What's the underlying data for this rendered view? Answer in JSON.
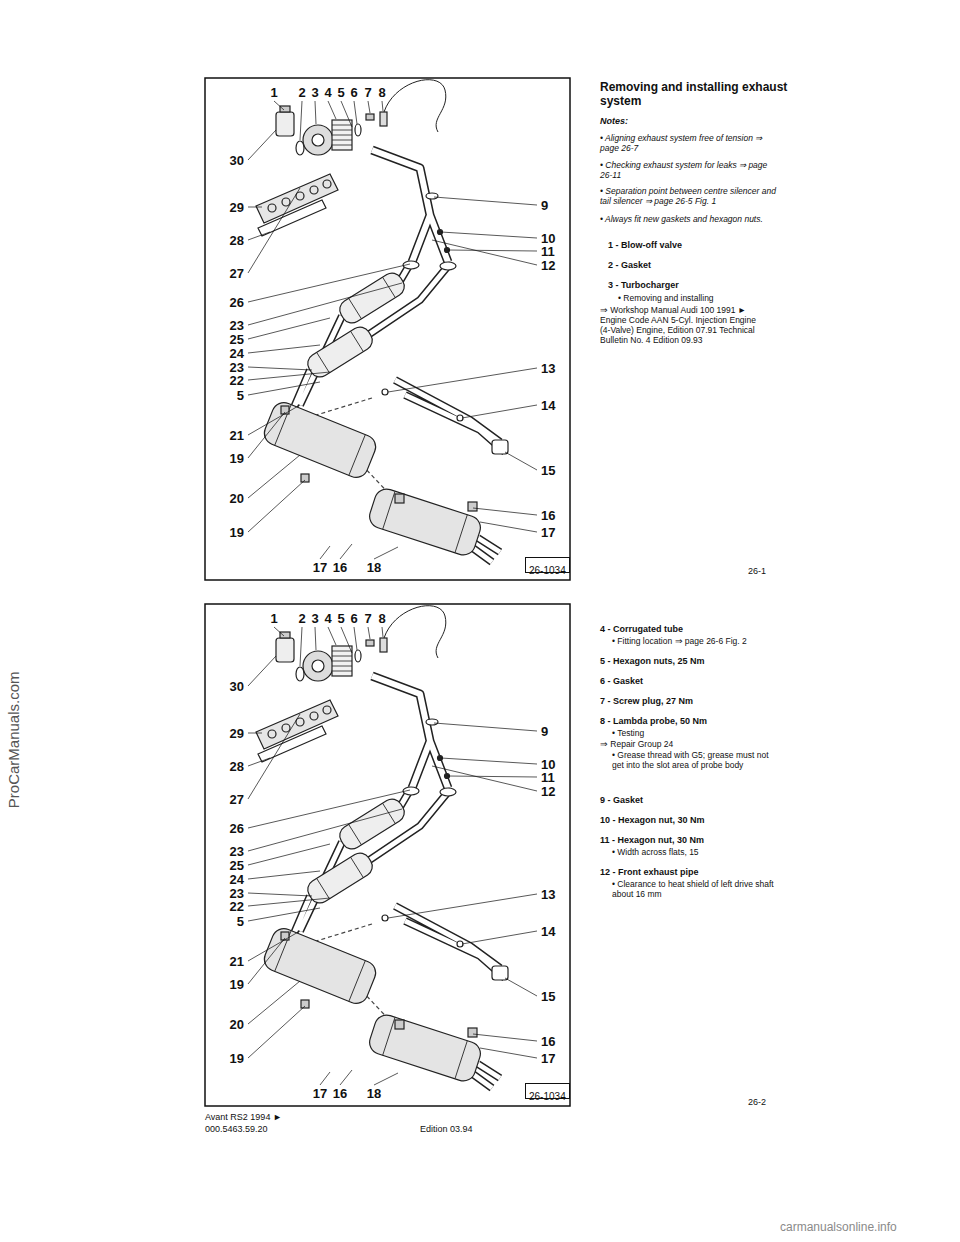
{
  "diagram": {
    "title": "Removing and installing exhaust system",
    "nodes": [
      {
        "text": [
          "26-1034"
        ]
      },
      {
        "text": [
          "26-1034"
        ]
      }
    ],
    "labels": [
      "ProCarManuals.com",
      "1",
      "2",
      "3",
      "4",
      "5",
      "6",
      "7",
      "8",
      "30",
      "29",
      "28",
      "27",
      "26",
      "23",
      "25",
      "24",
      "23",
      "22",
      "5",
      "21",
      "19",
      "20",
      "19",
      "9",
      "10",
      "11",
      "12",
      "13",
      "14",
      "15",
      "16",
      "17",
      "17",
      "16",
      "18",
      "Notes:",
      "• Aligning exhaust system free of tension ⇒ page 26-7",
      "• Checking exhaust system for leaks ⇒ page 26-11",
      "• Separation point between centre silencer and tail silencer ⇒ page 26-5 Fig. 1",
      "• Always fit new gaskets and hexagon nuts.",
      "1 - Blow-off valve",
      "2 - Gasket",
      "3 - Turbocharger",
      "• Removing and installing",
      "⇒ Workshop Manual Audi 100 1991 ► Engine Code AAN 5-Cyl. Injection Engine (4-Valve) Engine, Edition 07.91 Technical Bulletin No. 4 Edition 09.93",
      "26-1",
      "1",
      "2",
      "3",
      "4",
      "5",
      "6",
      "7",
      "8",
      "30",
      "29",
      "28",
      "27",
      "26",
      "23",
      "25",
      "24",
      "23",
      "22",
      "5",
      "21",
      "19",
      "20",
      "19",
      "9",
      "10",
      "11",
      "12",
      "13",
      "14",
      "15",
      "16",
      "17",
      "17",
      "16",
      "18",
      "4 - Corrugated tube",
      "• Fitting location ⇒ page 26-6 Fig. 2",
      "5 - Hexagon nuts, 25 Nm",
      "6 - Gasket",
      "7 - Screw plug, 27 Nm",
      "8 - Lambda probe, 50 Nm",
      "• Testing",
      "⇒ Repair Group 24",
      "• Grease thread with G5; grease must not get into the slot area of probe body",
      "9 - Gasket",
      "10 - Hexagon nut, 30 Nm",
      "11 - Hexagon nut, 30 Nm",
      "• Width across flats, 15",
      "12 - Front exhaust pipe",
      "• Clearance to heat shield of left drive shaft about 16 mm",
      "26-2",
      "Avant RS2 1994 ►",
      "000.5463.59.20",
      "Edition 03.94",
      "carmanualsonline.info"
    ]
  }
}
